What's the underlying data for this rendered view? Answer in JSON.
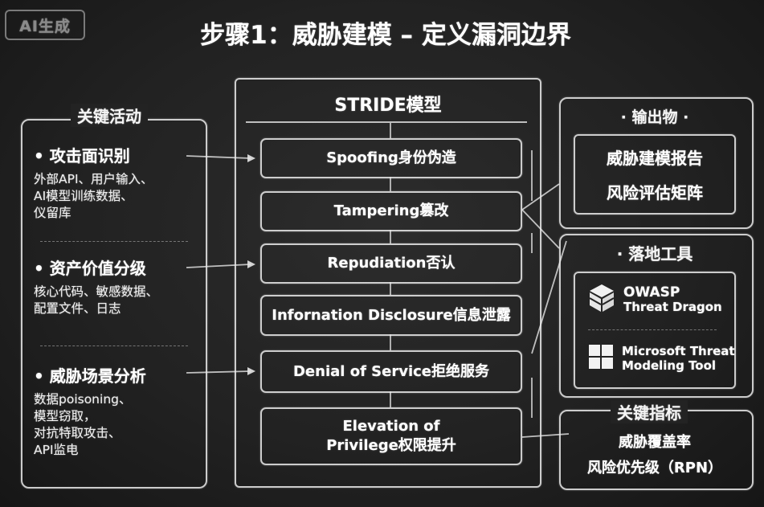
{
  "watermark": "AI生成",
  "title": "步骤1：威胁建模 – 定义漏洞边界",
  "key_activities": {
    "header": "关键活动",
    "items": [
      {
        "title": "攻击面识别",
        "lines": [
          "外部API、用户输入、",
          "AI模型训练数据、",
          "仪留库"
        ]
      },
      {
        "title": "资产价值分级",
        "lines": [
          "核心代码、敏感数据、",
          "配置文件、日志"
        ]
      },
      {
        "title": "威胁场景分析",
        "lines": [
          "数据poisoning、",
          "模型窃取，",
          "对抗特取攻击、",
          "API监电"
        ]
      }
    ]
  },
  "stride": {
    "title": "STRIDE模型",
    "items": [
      {
        "label": "Spoofing身份伪造"
      },
      {
        "label": "Tampering篡改"
      },
      {
        "label": "Repudiation否认"
      },
      {
        "label": "Infornation Disclosure信息泄露"
      },
      {
        "label": "Denial of Service拒绝服务"
      },
      {
        "label_line1": "Elevation of",
        "label_line2": "Privilege权限提升"
      }
    ]
  },
  "outputs": {
    "header": "· 输出物 ·",
    "items": [
      "威胁建模报告",
      "风险评估矩阵"
    ]
  },
  "tools": {
    "header": "· 落地工具",
    "items": [
      {
        "line1": "OWASP",
        "line2": "Threat Dragon",
        "icon": "cube-icon"
      },
      {
        "line1": "Microsoft Threat",
        "line2": "Modeling Tool",
        "icon": "windows-logo-icon"
      }
    ]
  },
  "metrics": {
    "header": "关键指标",
    "items": [
      "威胁覆盖率",
      "风险优先级（RPN）"
    ]
  }
}
